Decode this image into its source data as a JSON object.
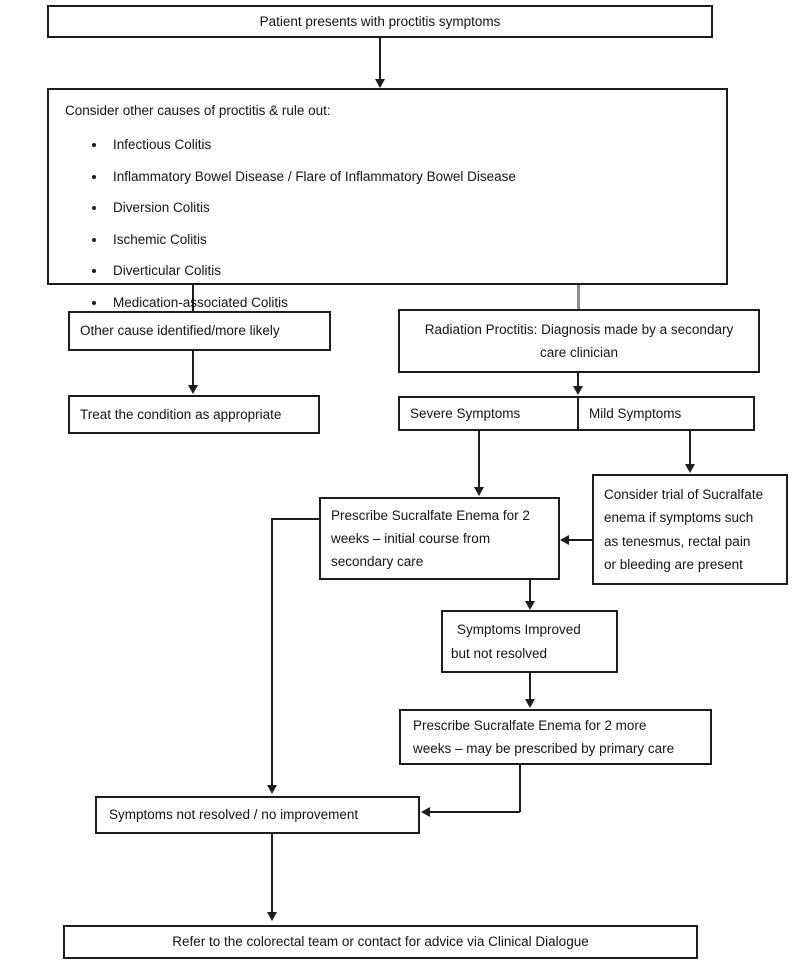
{
  "diagram": {
    "title": "Proctitis management pathway flowchart",
    "colors": {
      "box_border": "#1d1d1d",
      "connector": "#1d1d1d",
      "grey_connector": "#8c8c8c",
      "background": "#ffffff",
      "text": "#141414"
    }
  },
  "nodes": {
    "start": {
      "label": "Patient presents with proctitis symptoms"
    },
    "consider_other_causes": {
      "intro": "Consider other causes of proctitis & rule out:",
      "bullets": [
        "Infectious Colitis",
        "Inflammatory Bowel Disease / Flare of Inflammatory Bowel Disease",
        "Diversion Colitis",
        "Ischemic Colitis",
        "Diverticular Colitis",
        "Medication-associated Colitis"
      ]
    },
    "other_cause": {
      "label": "Other cause identified/more likely"
    },
    "treat_condition": {
      "label": "Treat the condition as appropriate"
    },
    "radiation_proctitis": {
      "line1": "Radiation Proctitis: Diagnosis made by a secondary",
      "line2": "care clinician"
    },
    "severe_symptoms": {
      "label": "Severe Symptoms"
    },
    "mild_symptoms": {
      "label": "Mild Symptoms"
    },
    "prescribe_two_weeks": {
      "line1": "Prescribe Sucralfate Enema for 2",
      "line2": "weeks – initial course from",
      "line3": "secondary care"
    },
    "consider_trial": {
      "line1": "Consider trial of Sucralfate",
      "line2": "enema if symptoms such",
      "line3": "as tenesmus, rectal pain",
      "line4": "or bleeding are present"
    },
    "symptoms_improved": {
      "line1": "Symptoms Improved",
      "line2": "but not resolved"
    },
    "prescribe_two_more_weeks": {
      "line1": "Prescribe Sucralfate Enema for 2 more",
      "line2": "weeks – may be prescribed by primary care"
    },
    "symptoms_not_resolved": {
      "label": "Symptoms not resolved / no improvement"
    },
    "refer": {
      "label": "Refer to the colorectal team or contact for advice via Clinical Dialogue"
    }
  },
  "edges": [
    {
      "from": "start",
      "to": "consider_other_causes",
      "style": "arrow-down"
    },
    {
      "from": "consider_other_causes",
      "to": "other_cause",
      "style": "plain-down"
    },
    {
      "from": "consider_other_causes",
      "to": "radiation_proctitis",
      "style": "grey-down"
    },
    {
      "from": "other_cause",
      "to": "treat_condition",
      "style": "arrow-down"
    },
    {
      "from": "radiation_proctitis",
      "to": "severe_symptoms",
      "style": "arrow-down"
    },
    {
      "from": "severe_symptoms",
      "to": "prescribe_two_weeks",
      "style": "arrow-down"
    },
    {
      "from": "mild_symptoms",
      "to": "consider_trial",
      "style": "arrow-down"
    },
    {
      "from": "consider_trial",
      "to": "prescribe_two_weeks",
      "style": "arrow-left"
    },
    {
      "from": "prescribe_two_weeks",
      "to": "symptoms_improved",
      "style": "arrow-down"
    },
    {
      "from": "prescribe_two_weeks",
      "to": "symptoms_not_resolved",
      "style": "left-loop-arrow-down"
    },
    {
      "from": "symptoms_improved",
      "to": "prescribe_two_more_weeks",
      "style": "arrow-down"
    },
    {
      "from": "prescribe_two_more_weeks",
      "to": "symptoms_not_resolved",
      "style": "down-then-arrow-left"
    },
    {
      "from": "symptoms_not_resolved",
      "to": "refer",
      "style": "arrow-down"
    }
  ]
}
